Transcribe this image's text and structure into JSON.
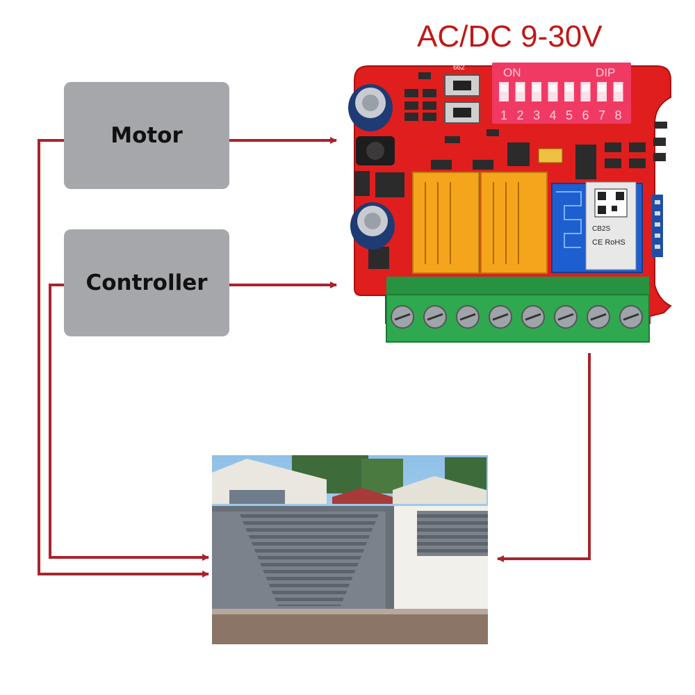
{
  "diagram": {
    "title": "AC/DC 9-30V",
    "nodes": {
      "motor": "Motor",
      "controller": "Controller"
    },
    "board": {
      "silkscreen_code": "662",
      "dip_on_label": "ON",
      "dip_label": "DIP",
      "dip_numbers": [
        "1",
        "2",
        "3",
        "4",
        "5",
        "6",
        "7",
        "8"
      ],
      "module_name": "CB2S",
      "module_marks": "CE RoHS",
      "terminal_count": 8
    },
    "colors": {
      "arrow": "#a8242c",
      "board": "#e01e1e",
      "dip_switch": "#f03a64",
      "relay": "#f4a51c",
      "terminal_block": "#2fa84f",
      "box": "#a6a7ab"
    }
  }
}
